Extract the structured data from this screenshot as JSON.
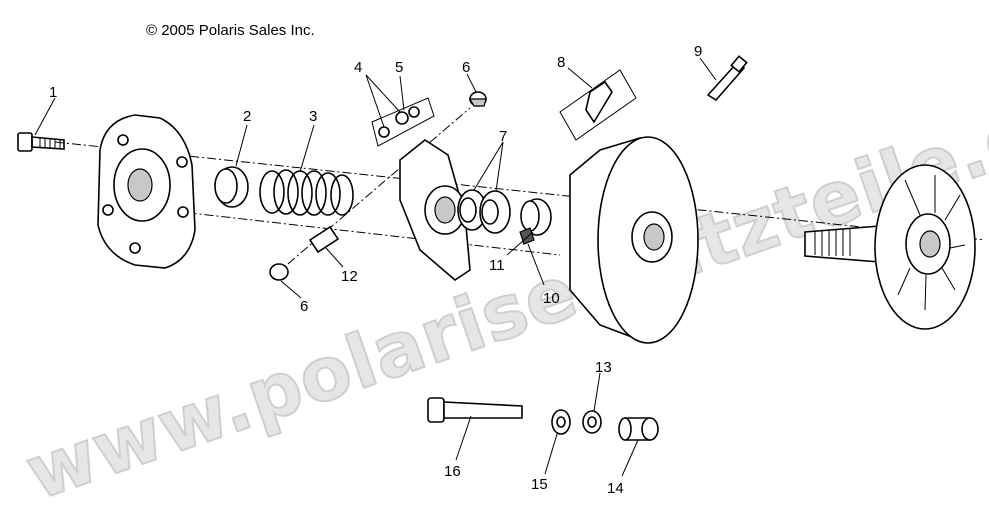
{
  "copyright": "© 2005 Polaris Sales Inc.",
  "watermark": "www.polarisersatzteile.de",
  "callouts": [
    "1",
    "2",
    "3",
    "4",
    "5",
    "6",
    "6",
    "7",
    "8",
    "9",
    "10",
    "11",
    "12",
    "13",
    "14",
    "15",
    "16"
  ]
}
